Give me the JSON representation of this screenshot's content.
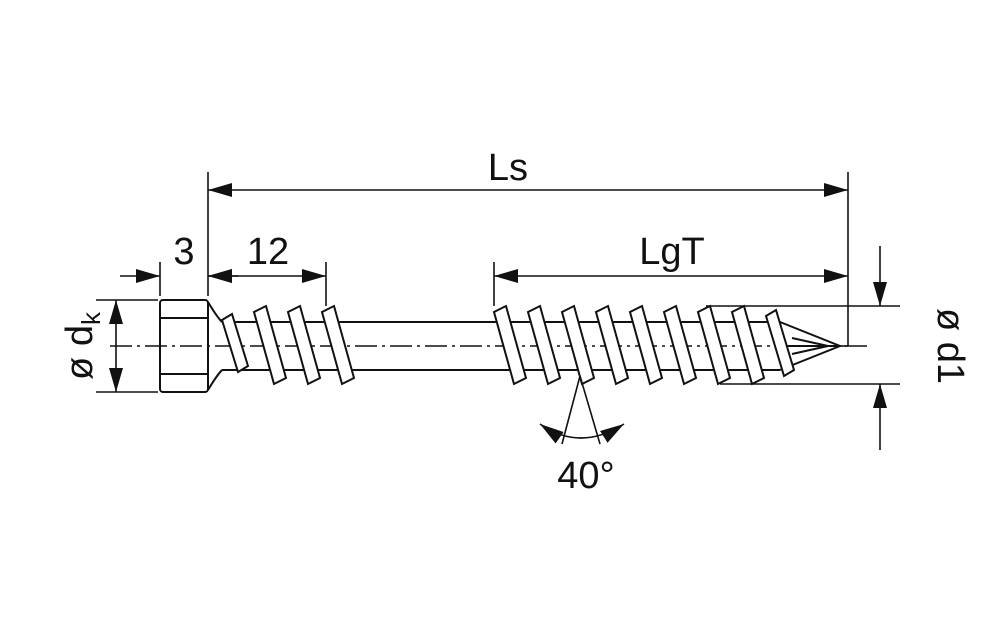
{
  "labels": {
    "overall_length": "Ls",
    "thread_length": "LgT",
    "head_offset": "3",
    "head_thread_length": "12",
    "head_diameter_prefix": "ø d",
    "head_diameter_subscript": "k",
    "thread_diameter": "ø d1",
    "point_angle": "40°"
  },
  "colors": {
    "line": "#111111",
    "background": "#ffffff"
  }
}
